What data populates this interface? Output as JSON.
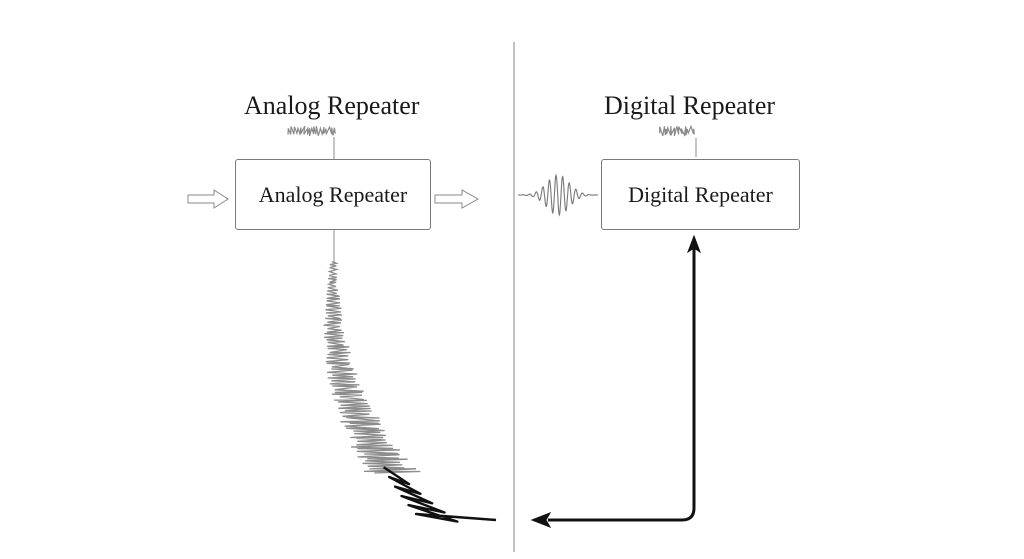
{
  "left_panel": {
    "heading": "Analog Repeater",
    "box_label": "Analog Repeater"
  },
  "right_panel": {
    "heading": "Digital Repeater",
    "box_label": "Digital Repeater"
  },
  "colors": {
    "line": "#1a1a1a",
    "noise": "#8a8a8a",
    "divider": "#9a9a9a",
    "box_border": "#7a7a7a"
  }
}
